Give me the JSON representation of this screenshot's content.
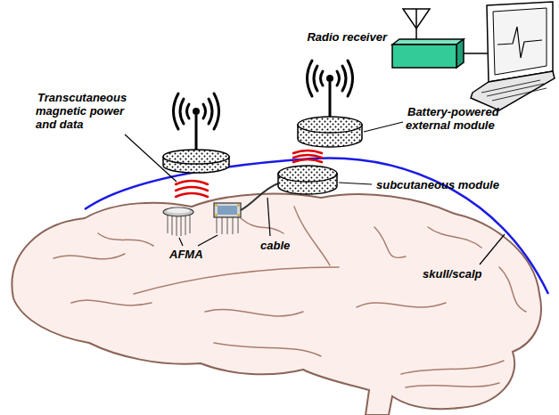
{
  "diagram": {
    "labels": [
      "Radio receiver",
      "Transcutaneous magnetic power and data",
      "Battery-powered external module",
      "subcutaneous module",
      "AFMA",
      "cable",
      "skull/scalp"
    ]
  }
}
